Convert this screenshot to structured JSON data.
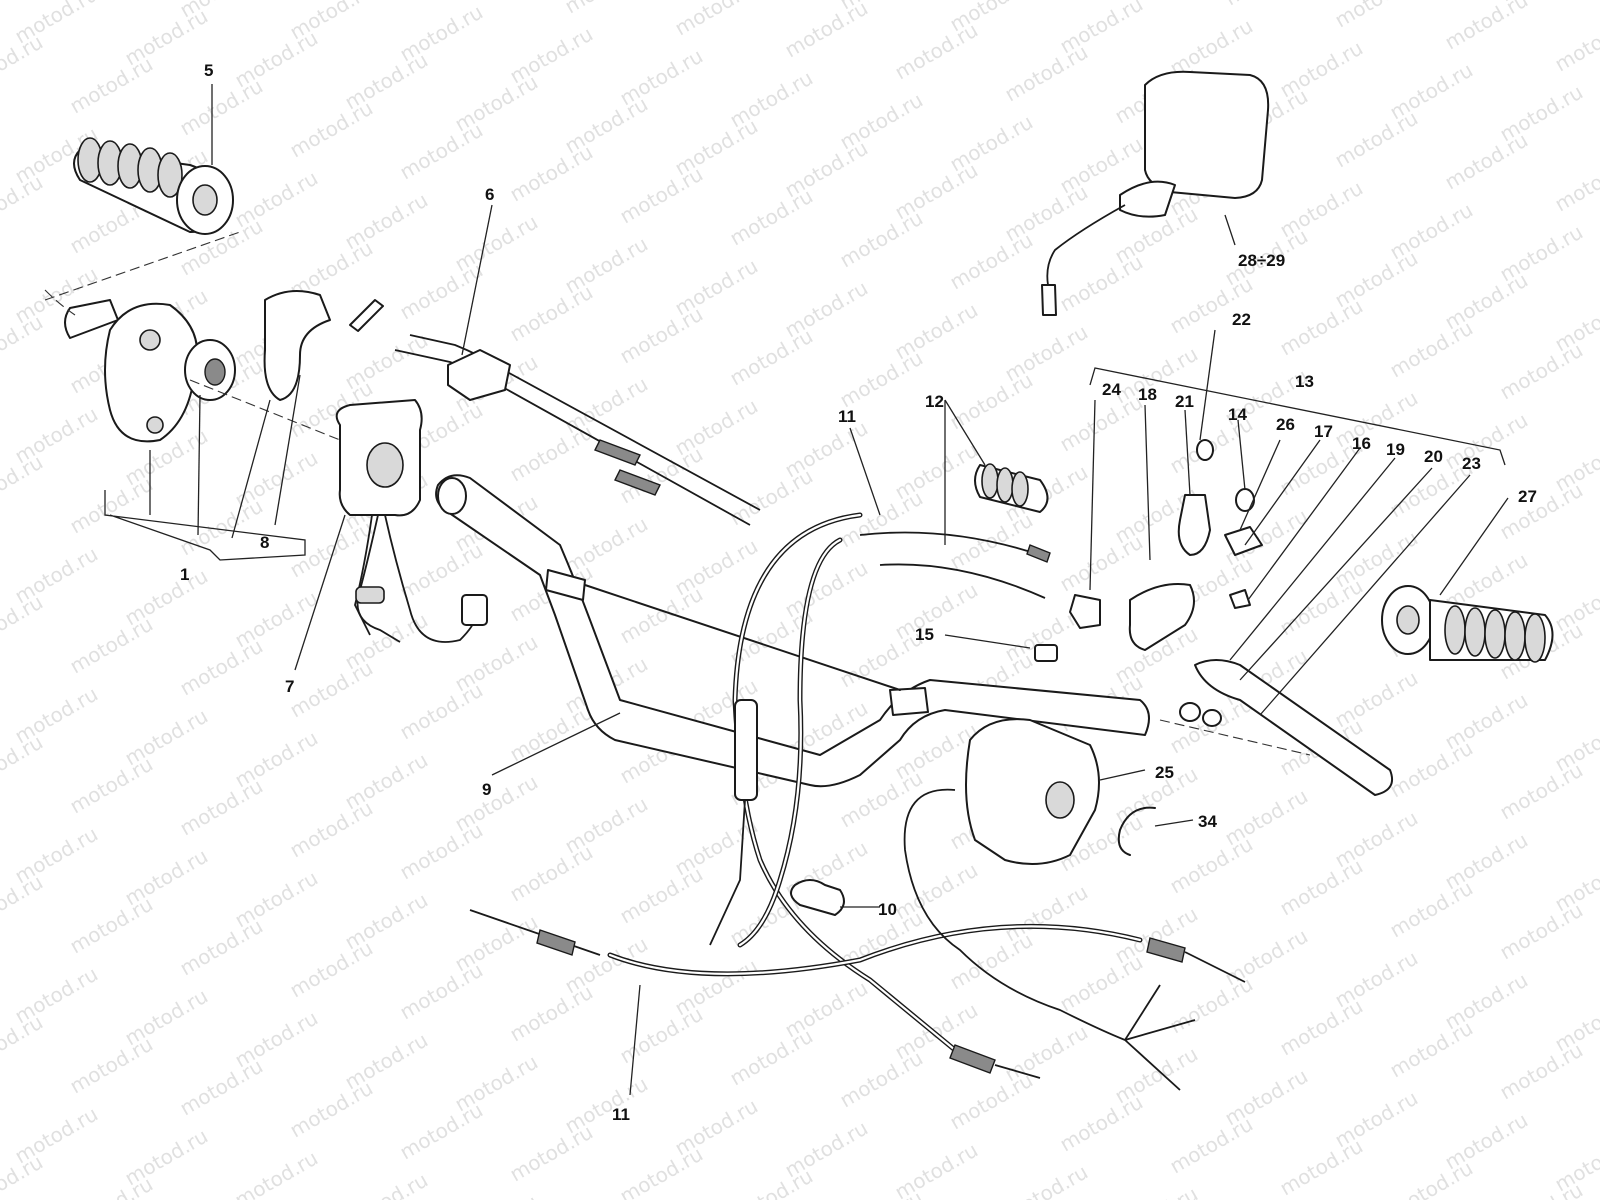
{
  "watermark": "motod.ru",
  "callouts": {
    "c1": "1",
    "c5": "5",
    "c6": "6",
    "c7": "7",
    "c8": "8",
    "c9": "9",
    "c10": "10",
    "c11a": "11",
    "c11b": "11",
    "c12": "12",
    "c13": "13",
    "c14": "14",
    "c15": "15",
    "c16": "16",
    "c17": "17",
    "c18": "18",
    "c19": "19",
    "c20": "20",
    "c21": "21",
    "c22": "22",
    "c23": "23",
    "c24": "24",
    "c25": "25",
    "c26": "26",
    "c27": "27",
    "c28": "28÷29",
    "c34": "34"
  }
}
